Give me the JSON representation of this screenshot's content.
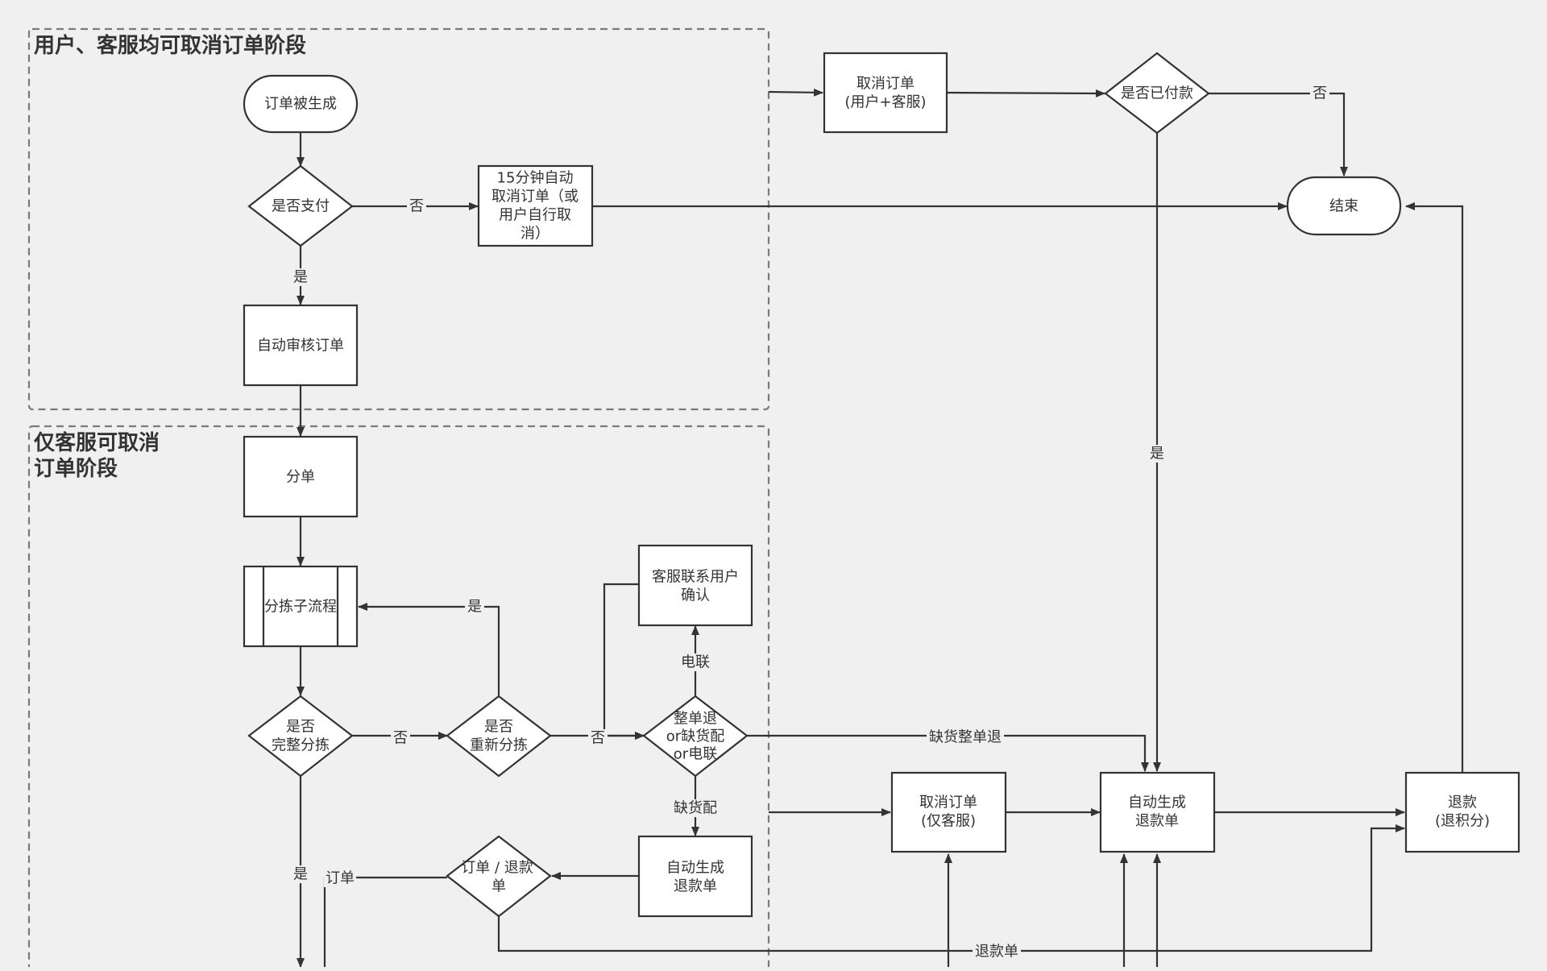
{
  "zones": {
    "stage1": {
      "title": "用户、客服均可取消订单阶段",
      "color": "#4f9a17"
    },
    "stage2": {
      "title_line1": "仅客服可取消",
      "title_line2": "订单阶段",
      "color": "#d40000"
    }
  },
  "nodes": {
    "order_created": "订单被生成",
    "is_paid_check": "是否支付",
    "auto_cancel_15min": [
      "15分钟自动",
      "取消订单（或",
      "用户自行取",
      "消）"
    ],
    "auto_review": "自动审核订单",
    "split_order": "分单",
    "sorting_subprocess": "分拣子流程",
    "complete_sort_check": [
      "是否",
      "完整分拣"
    ],
    "resort_check": [
      "是否",
      "重新分拣"
    ],
    "cs_contact_user": [
      "客服联系用户",
      "确认"
    ],
    "refund_decision": [
      "整单退",
      "or缺货配",
      "or电联"
    ],
    "auto_refund_left": [
      "自动生成",
      "退款单"
    ],
    "order_or_refund": [
      "订单 / 退款",
      "单"
    ],
    "cancel_user_cs": [
      "取消订单",
      "(用户+客服)"
    ],
    "already_paid_check": "是否已付款",
    "end": "结束",
    "cancel_cs_only": [
      "取消订单",
      "(仅客服)"
    ],
    "auto_refund_right": [
      "自动生成",
      "退款单"
    ],
    "refund_points": [
      "退款",
      "(退积分)"
    ]
  },
  "edge_labels": {
    "no": "否",
    "yes": "是",
    "phone": "电联",
    "shortage_partial": "缺货配",
    "shortage_full_refund": "缺货整单退",
    "order": "订单",
    "refund_slip": "退款单"
  }
}
